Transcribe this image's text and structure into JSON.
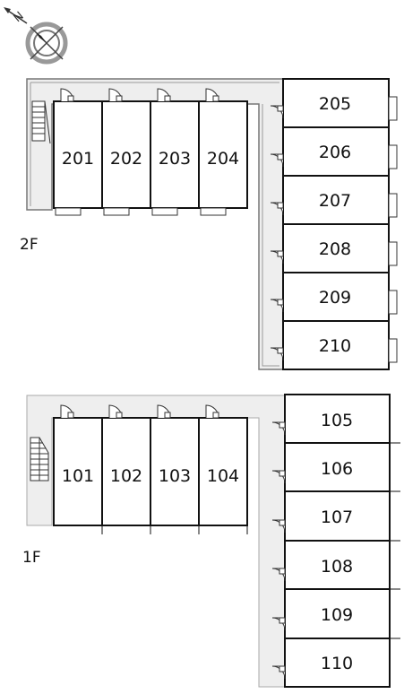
{
  "compass": {
    "icon": "compass-rose-icon",
    "north_letter": "N"
  },
  "floor2": {
    "label": "2F",
    "west_units": [
      "201",
      "202",
      "203",
      "204"
    ],
    "east_units": [
      "205",
      "206",
      "207",
      "208",
      "209",
      "210"
    ]
  },
  "floor1": {
    "label": "1F",
    "west_units": [
      "101",
      "102",
      "103",
      "104"
    ],
    "east_units": [
      "105",
      "106",
      "107",
      "108",
      "109",
      "110"
    ]
  },
  "colors": {
    "corridor": "#eeeeee",
    "wall": "#111111",
    "outline": "#777777"
  }
}
